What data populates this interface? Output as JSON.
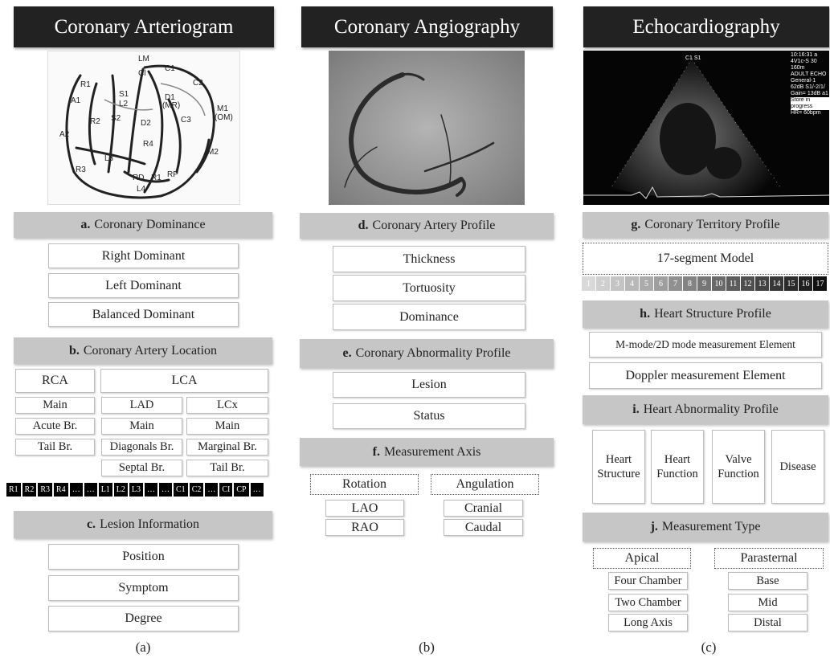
{
  "panel_a": {
    "title": "Coronary Arteriogram",
    "diagram_labels": [
      "LM",
      "C1",
      "Cl",
      "C2",
      "R1",
      "A1",
      "S1",
      "L2",
      "D1",
      "(MR)",
      "M1",
      "(OM)",
      "C3",
      "R2",
      "S2",
      "D2",
      "A2",
      "R4",
      "M2",
      "L3",
      "R3",
      "RD",
      "R1",
      "RP",
      "L4"
    ],
    "sec_a": {
      "letter": "a.",
      "title": "Coronary Dominance",
      "items": [
        "Right Dominant",
        "Left Dominant",
        "Balanced Dominant"
      ]
    },
    "sec_b": {
      "letter": "b.",
      "title": "Coronary Artery Location",
      "rca": "RCA",
      "lca": "LCA",
      "rca_items": [
        "Main",
        "Acute Br.",
        "Tail Br."
      ],
      "lad": "LAD",
      "lcx": "LCx",
      "lad_items": [
        "Main",
        "Diagonals Br.",
        "Septal Br."
      ],
      "lcx_items": [
        "Main",
        "Marginal Br.",
        "Tail Br."
      ],
      "segments": [
        "R1",
        "R2",
        "R3",
        "R4",
        "…",
        "…",
        "L1",
        "L2",
        "L3",
        "…",
        "…",
        "C1",
        "C2",
        "…",
        "CI",
        "CP",
        "…"
      ]
    },
    "sec_c": {
      "letter": "c.",
      "title": "Lesion Information",
      "items": [
        "Position",
        "Symptom",
        "Degree"
      ]
    },
    "caption": "(a)"
  },
  "panel_b": {
    "title": "Coronary Angiography",
    "sec_d": {
      "letter": "d.",
      "title": "Coronary Artery Profile",
      "items": [
        "Thickness",
        "Tortuosity",
        "Dominance"
      ]
    },
    "sec_e": {
      "letter": "e.",
      "title": "Coronary Abnormality Profile",
      "items": [
        "Lesion",
        "Status"
      ]
    },
    "sec_f": {
      "letter": "f.",
      "title": "Measurement Axis",
      "rotation": "Rotation",
      "angulation": "Angulation",
      "rotation_items": [
        "LAO",
        "RAO"
      ],
      "angulation_items": [
        "Cranial",
        "Caudal"
      ]
    },
    "caption": "(b)"
  },
  "panel_c": {
    "title": "Echocardiography",
    "echo_text": [
      "10:16:31 a",
      "4V1c-S 30",
      "160m",
      "ADULT ECHO",
      "General-1",
      "62dB S1/-2/1/",
      "Gain= 13dB a1",
      "Store in progress",
      "HR= 60bpm",
      "C1 S1"
    ],
    "sec_g": {
      "letter": "g.",
      "title": "Coronary Territory Profile",
      "model": "17-segment Model",
      "segments": [
        "1",
        "2",
        "3",
        "4",
        "5",
        "6",
        "7",
        "8",
        "9",
        "10",
        "11",
        "12",
        "13",
        "14",
        "15",
        "16",
        "17"
      ]
    },
    "sec_h": {
      "letter": "h.",
      "title": "Heart Structure Profile",
      "items": [
        "M-mode/2D mode measurement Element",
        "Doppler measurement Element"
      ]
    },
    "sec_i": {
      "letter": "i.",
      "title": "Heart Abnormality Profile",
      "items": [
        {
          "l1": "Heart",
          "l2": "Structure"
        },
        {
          "l1": "Heart",
          "l2": "Function"
        },
        {
          "l1": "Valve",
          "l2": "Function"
        },
        {
          "l1": "Disease",
          "l2": ""
        }
      ]
    },
    "sec_j": {
      "letter": "j.",
      "title": "Measurement Type",
      "apical": "Apical",
      "parasternal": "Parasternal",
      "apical_items": [
        "Four Chamber",
        "Two Chamber",
        "Long Axis"
      ],
      "parasternal_items": [
        "Base",
        "Mid",
        "Distal"
      ]
    },
    "caption": "(c)"
  }
}
